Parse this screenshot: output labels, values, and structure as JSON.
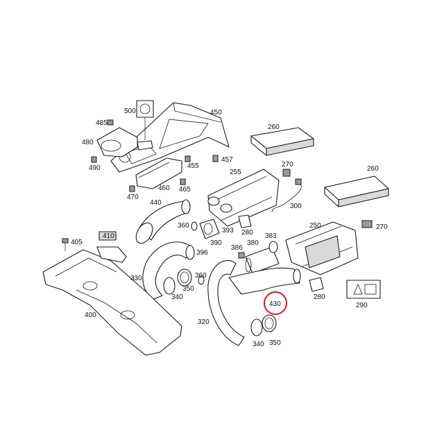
{
  "diagram": {
    "labels": {
      "p260a": "260",
      "p260b": "260",
      "p270a": "270",
      "p270b": "270",
      "p255": "255",
      "p250": "250",
      "p280a": "280",
      "p280b": "280",
      "p290": "290",
      "p300": "300",
      "p383": "383",
      "p380": "380",
      "p386": "386",
      "p393": "393",
      "p360a": "360",
      "p360b": "360",
      "p390": "390",
      "p396": "396",
      "p440": "440",
      "p450": "450",
      "p457": "457",
      "p455": "455",
      "p465": "465",
      "p460": "460",
      "p470": "470",
      "p480": "480",
      "p485": "485",
      "p490": "490",
      "p500": "500",
      "p405": "405",
      "p410": "410",
      "p400": "400",
      "p330": "330",
      "p340a": "340",
      "p350a": "350",
      "p320": "320",
      "p340b": "340",
      "p350b": "350",
      "p430": "430"
    },
    "highlight": {
      "label": "430",
      "color": "#e0141b"
    }
  }
}
